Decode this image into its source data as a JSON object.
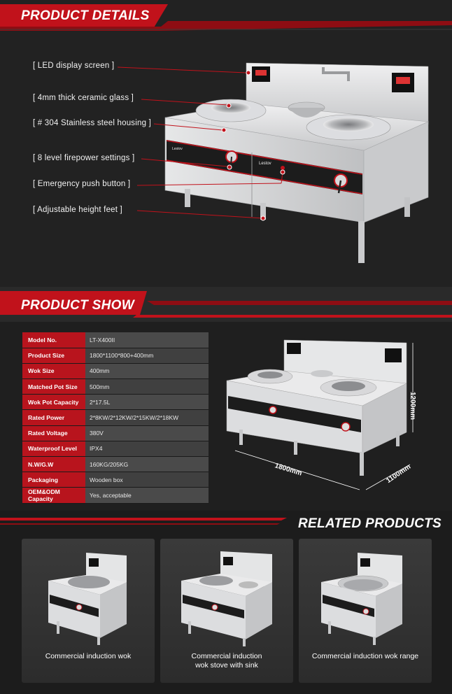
{
  "details": {
    "title": "PRODUCT DETAILS",
    "callouts": [
      "[ LED display screen ]",
      "[ 4mm thick ceramic glass ]",
      "[ # 304 Stainless steel housing ]",
      "[ 8 level firepower settings ]",
      "[ Emergency push button ]",
      "[ Adjustable height feet ]"
    ],
    "brand": "Lestov"
  },
  "show": {
    "title": "PRODUCT SHOW",
    "specs": [
      {
        "k": "Model No.",
        "v": "LT-X400II"
      },
      {
        "k": "Product Size",
        "v": "1800*1100*800+400mm"
      },
      {
        "k": "Wok Size",
        "v": "400mm"
      },
      {
        "k": "Matched Pot Size",
        "v": "500mm"
      },
      {
        "k": "Wok Pot Capacity",
        "v": "2*17.5L"
      },
      {
        "k": "Rated Power",
        "v": "2*8KW/2*12KW/2*15KW/2*18KW"
      },
      {
        "k": "Rated Voltage",
        "v": "380V"
      },
      {
        "k": "Waterproof Level",
        "v": "IPX4"
      },
      {
        "k": "N.W/G.W",
        "v": "160KG/205KG"
      },
      {
        "k": "Packaging",
        "v": "Wooden box"
      },
      {
        "k": "OEM&ODM Capacity",
        "v": "Yes, acceptable"
      }
    ],
    "dims": {
      "height": "1200mm",
      "width": "1800mm",
      "depth": "1100mm"
    }
  },
  "related": {
    "title": "RELATED PRODUCTS",
    "cards": [
      {
        "line1": "Commercial induction wok",
        "line2": ""
      },
      {
        "line1": "Commercial induction",
        "line2": "wok stove with sink"
      },
      {
        "line1": "Commercial induction wok range",
        "line2": ""
      }
    ]
  },
  "colors": {
    "accent": "#c1121b",
    "bg": "#1f1f1f",
    "steel": "#d9dadc"
  }
}
